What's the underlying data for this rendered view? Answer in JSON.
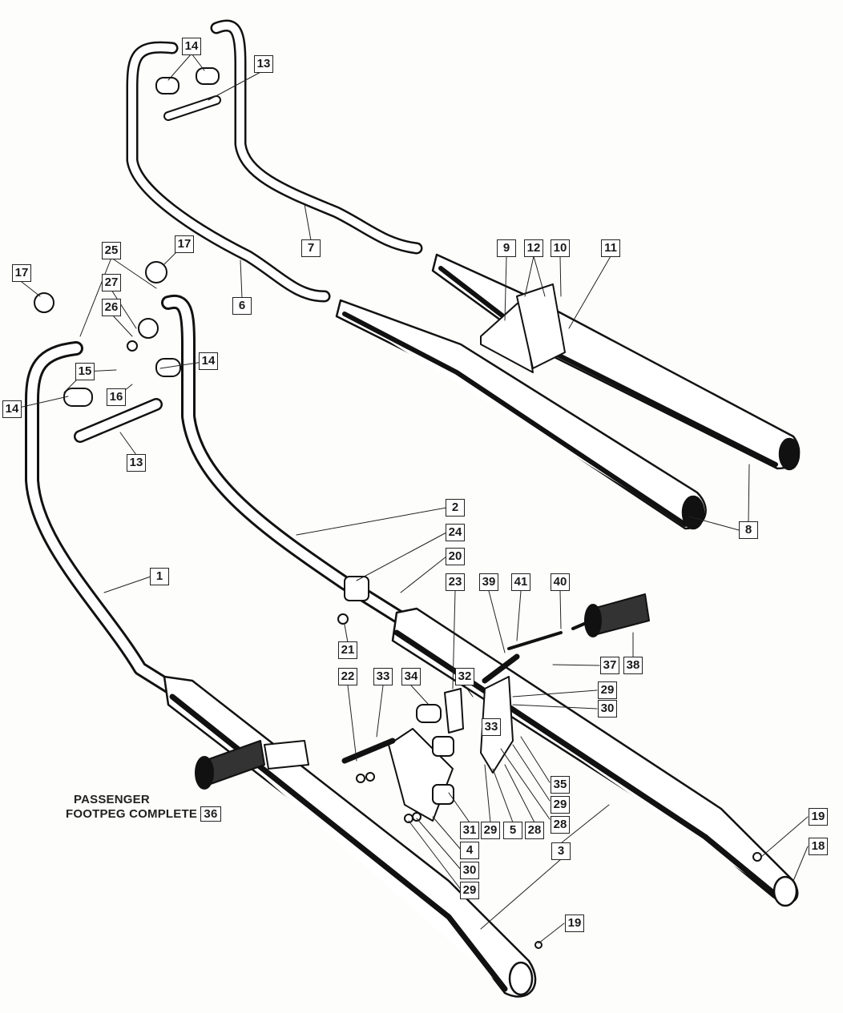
{
  "diagram": {
    "caption_line1": "PASSENGER",
    "caption_line2": "FOOTPEG COMPLETE",
    "caption_ref": "36",
    "callouts": [
      "14",
      "13",
      "7",
      "6",
      "9",
      "12",
      "10",
      "11",
      "17",
      "17",
      "25",
      "27",
      "26",
      "14",
      "15",
      "14",
      "16",
      "13",
      "2",
      "24",
      "20",
      "1",
      "8",
      "23",
      "39",
      "41",
      "40",
      "21",
      "37",
      "38",
      "22",
      "33",
      "34",
      "32",
      "29",
      "30",
      "33",
      "35",
      "29",
      "28",
      "31",
      "29",
      "5",
      "28",
      "4",
      "3",
      "30",
      "29",
      "19",
      "18",
      "19"
    ]
  }
}
